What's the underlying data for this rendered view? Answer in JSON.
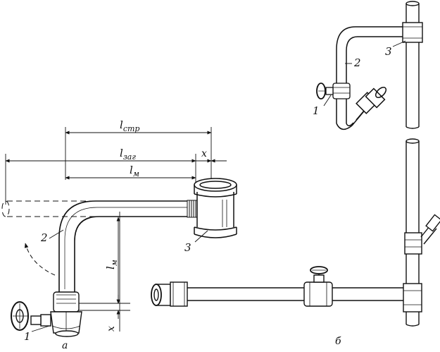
{
  "figure_a": {
    "caption": "а",
    "dimensions": {
      "l_str": "l",
      "l_str_sub": "стр",
      "l_zag": "l",
      "l_zag_sub": "заг",
      "l_m_top": "l",
      "l_m_top_sub": "м",
      "x_top": "x",
      "l_m_vert": "l",
      "l_m_vert_sub": "м",
      "x_bottom": "x"
    },
    "callouts": {
      "c1": "1",
      "c2": "2",
      "c3": "3"
    }
  },
  "figure_b": {
    "caption": "б",
    "callouts": {
      "c1": "1",
      "c2": "2",
      "c3": "3"
    }
  }
}
